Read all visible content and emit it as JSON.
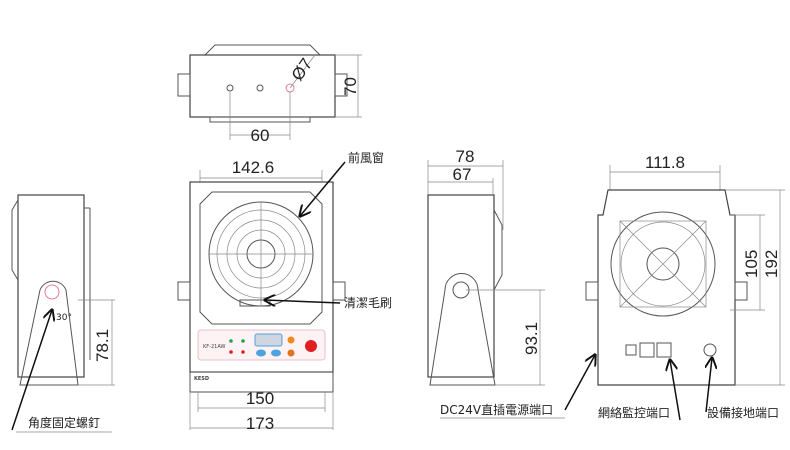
{
  "top_view": {
    "diameter_label": "Ø7",
    "height_label": "70",
    "hole_spacing_label": "60"
  },
  "front_view": {
    "width_inner_label": "142.6",
    "width_base_label": "150",
    "width_total_label": "173",
    "callout_front_window": "前風窗",
    "callout_brush": "清潔毛刷",
    "model_label": "KF-21AW",
    "brand_label": "KESD"
  },
  "left_side_view": {
    "height_label": "78.1",
    "angle_label": "30°",
    "callout_screw": "角度固定螺釘"
  },
  "right_side_view": {
    "depth_total_label": "78",
    "depth_body_label": "67",
    "height_label": "93.1"
  },
  "back_view": {
    "width_label": "111.8",
    "hole_spacing_label": "105",
    "height_label": "192",
    "callout_power": "DC24V直插電源端口",
    "callout_network": "網絡監控端口",
    "callout_ground": "設備接地端口"
  },
  "colors": {
    "power_button": "#e02020",
    "display": "#9fc3e6",
    "button_blue": "#4da3e0",
    "led_green": "#1fa34a",
    "led_red": "#e02020",
    "button_orange": "#f08a1c"
  }
}
